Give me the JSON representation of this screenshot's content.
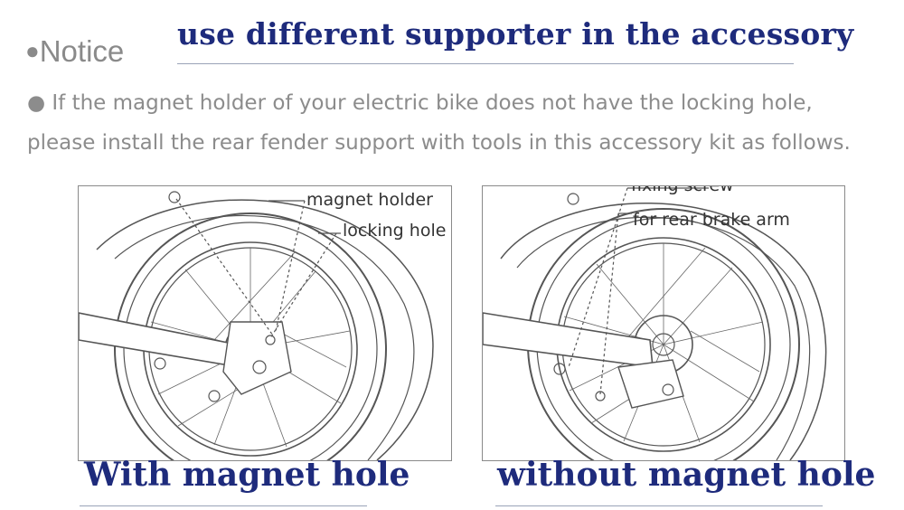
{
  "header": {
    "notice_bullet": "●",
    "notice_label": "Notice",
    "headline": "use different supporter in the accessory"
  },
  "body": {
    "line1": "● If the magnet holder of your electric bike does not have the locking hole,",
    "line2": "please install the rear fender support with tools in this accessory kit as follows."
  },
  "left_panel": {
    "annotation_1": "magnet holder",
    "annotation_2": "locking hole",
    "caption": "With magnet hole"
  },
  "right_panel": {
    "annotation_1": "fixing screw",
    "annotation_2": "for rear brake arm",
    "caption": "without magnet hole"
  },
  "colors": {
    "headline": "#1e2b7c",
    "body_text": "#8c8c8c",
    "drawing_line": "#555555"
  }
}
